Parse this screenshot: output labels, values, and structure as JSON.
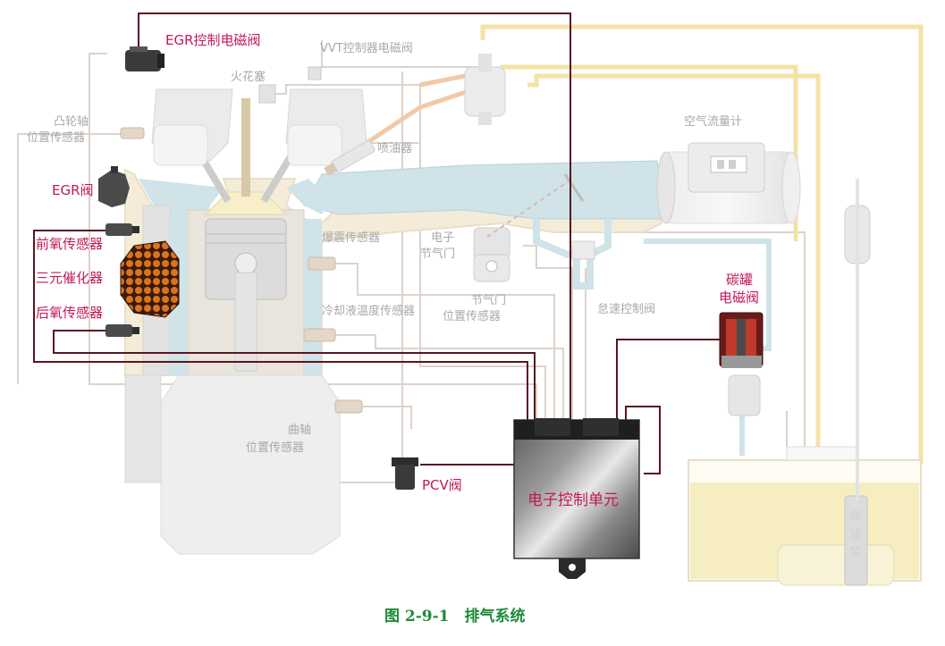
{
  "diagram": {
    "labels": {
      "egr_solenoid": "EGR控制电磁阀",
      "vvt_solenoid": "VVT控制器电磁阀",
      "spark_plug": "火花塞",
      "camshaft_1": "凸轮轴",
      "camshaft_2": "位置传感器",
      "injector": "喷油器",
      "air_flow_meter": "空气流量计",
      "egr_valve": "EGR阀",
      "front_o2": "前氧传感器",
      "catalyst": "三元催化器",
      "rear_o2": "后氧传感器",
      "knock_sensor": "爆震传感器",
      "throttle_1": "电子",
      "throttle_2": "节气门",
      "throttle_pos_1": "节气门",
      "throttle_pos_2": "位置传感器",
      "idle_valve": "怠速控制阀",
      "coolant_sensor": "冷却液温度传感器",
      "canister_1": "碳罐",
      "canister_2": "电磁阀",
      "crank_1": "曲轴",
      "crank_2": "位置传感器",
      "pcv_valve": "PCV阀",
      "ecu": "电子控制单元",
      "fuel_pump_1": "燃",
      "fuel_pump_2": "油",
      "fuel_pump_3": "泵"
    },
    "caption": "图 2-9-1　排气系统",
    "colors": {
      "red_label": "#c2185b",
      "gray_label": "#a9a9a9",
      "wire_dark": "#5a1520",
      "caption_green": "#1f8a3a",
      "coolant_blue": "#cfe3e8",
      "fuel_yellow": "#f3e9b3"
    }
  }
}
